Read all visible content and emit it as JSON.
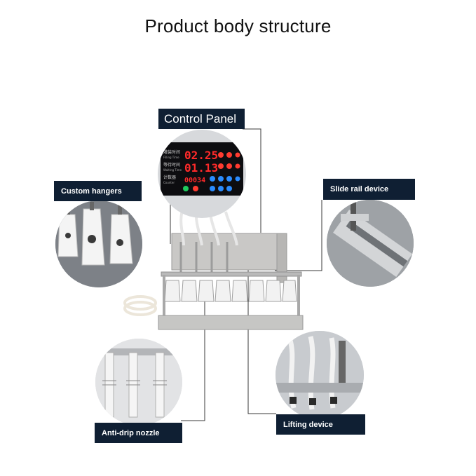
{
  "title": "Product body structure",
  "labels": {
    "control_panel": "Control Panel",
    "custom_hangers": "Custom hangers",
    "slide_rail": "Slide rail device",
    "anti_drip": "Anti-drip nozzle",
    "lifting": "Lifting device"
  },
  "panel": {
    "row1_caption": "灌装时间",
    "row1_caption_en": "Filling Time",
    "row1_value": "02.25",
    "row2_caption": "等待时间",
    "row2_caption_en": "Waiting Time",
    "row2_value": "01.13",
    "row3_caption": "计数器",
    "row3_caption_en": "Counter",
    "row3_value": "00034"
  },
  "colors": {
    "label_bg": "#0f1f33",
    "steel": "#c9cacb",
    "led_red": "#ff2a2a",
    "led_green": "#1ecb5e",
    "led_blue": "#2a8cff"
  }
}
